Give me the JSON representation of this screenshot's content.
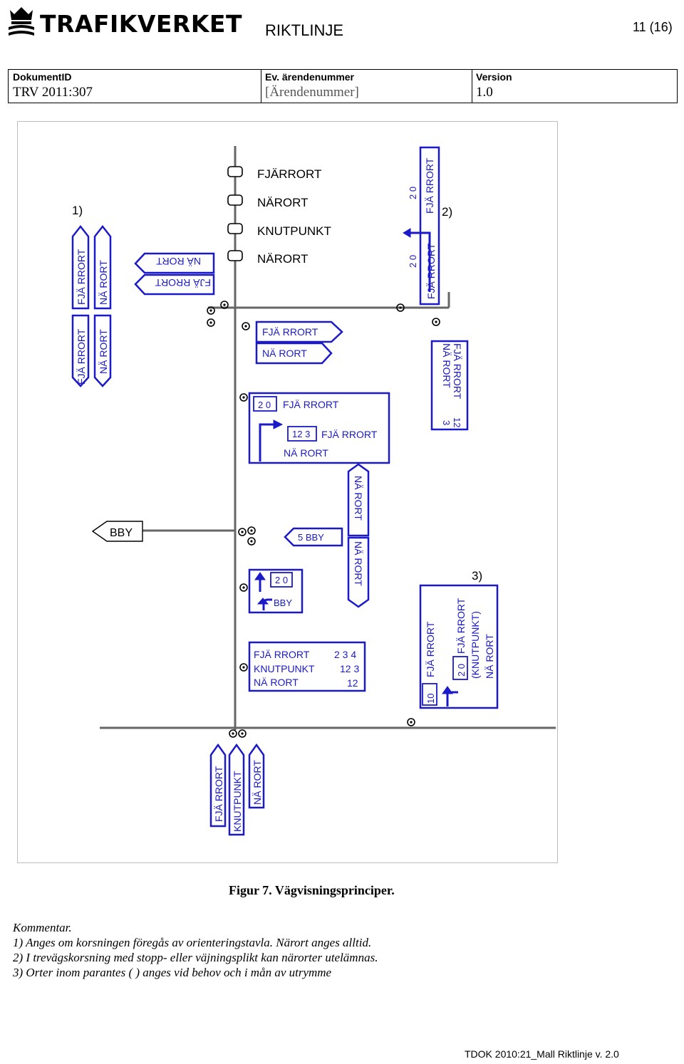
{
  "header": {
    "logo_text": "TRAFIKVERKET",
    "doc_type": "RIKTLINJE",
    "page": "11 (16)",
    "fields": [
      {
        "label": "DokumentID",
        "value": "TRV 2011:307"
      },
      {
        "label": "Ev. ärendenummer",
        "value": "[Ärendenummer]"
      },
      {
        "label": "Version",
        "value": "1.0"
      }
    ]
  },
  "figure": {
    "caption": "Figur 7. Vägvisningsprinciper.",
    "note1": "1)",
    "note2": "2)",
    "note3": "3)",
    "orientation_board": [
      "FJÄRRORT",
      "NÄRORT",
      "KNUTPUNKT",
      "NÄRORT"
    ],
    "bby": "BBY",
    "fjarrort": "FJÄ RRORT",
    "narort": "NÄ RORT",
    "knutpunkt": "KNUTPUNKT",
    "knutpunkt_paren": "(KNUTPUNKT)",
    "n20": "2 0",
    "n10": "10",
    "n123": "12 3",
    "n12": "12",
    "n3": "3",
    "n234": "2 3 4",
    "bby_5": "5  BBY",
    "bby_sign": "BBY",
    "colors": {
      "sign_blue": "#1a1ac8",
      "road": "#666666"
    }
  },
  "comments": {
    "heading": "Kommentar.",
    "lines": [
      "1) Anges om korsningen föregås av orienteringstavla. Närort anges alltid.",
      "2) I trevägskorsning med stopp- eller väjningsplikt kan närorter utelämnas.",
      "3) Orter inom parantes ( ) anges vid behov och i mån av utrymme"
    ]
  },
  "footer": "TDOK 2010:21_Mall Riktlinje v. 2.0"
}
